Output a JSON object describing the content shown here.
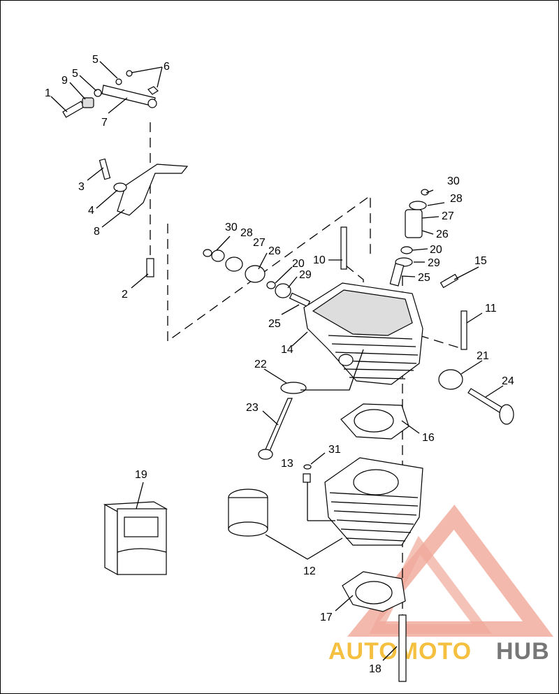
{
  "labels": {
    "1": "1",
    "2": "2",
    "3": "3",
    "4": "4",
    "5a": "5",
    "5b": "5",
    "6": "6",
    "7": "7",
    "8": "8",
    "9": "9",
    "10": "10",
    "11": "11",
    "12": "12",
    "13": "13",
    "14": "14",
    "15": "15",
    "16": "16",
    "17": "17",
    "18": "18",
    "19": "19",
    "20a": "20",
    "20b": "20",
    "21": "21",
    "22": "22",
    "23": "23",
    "24": "24",
    "25a": "25",
    "25b": "25",
    "26a": "26",
    "26b": "26",
    "27a": "27",
    "27b": "27",
    "28a": "28",
    "28b": "28",
    "29a": "29",
    "29b": "29",
    "30a": "30",
    "30b": "30",
    "31": "31"
  },
  "watermark": {
    "part1": "AUTOMOTO",
    "part2": "HUB",
    "colors": {
      "primary": "#f0a898",
      "secondary": "#f5c040",
      "dark": "#777777"
    }
  }
}
